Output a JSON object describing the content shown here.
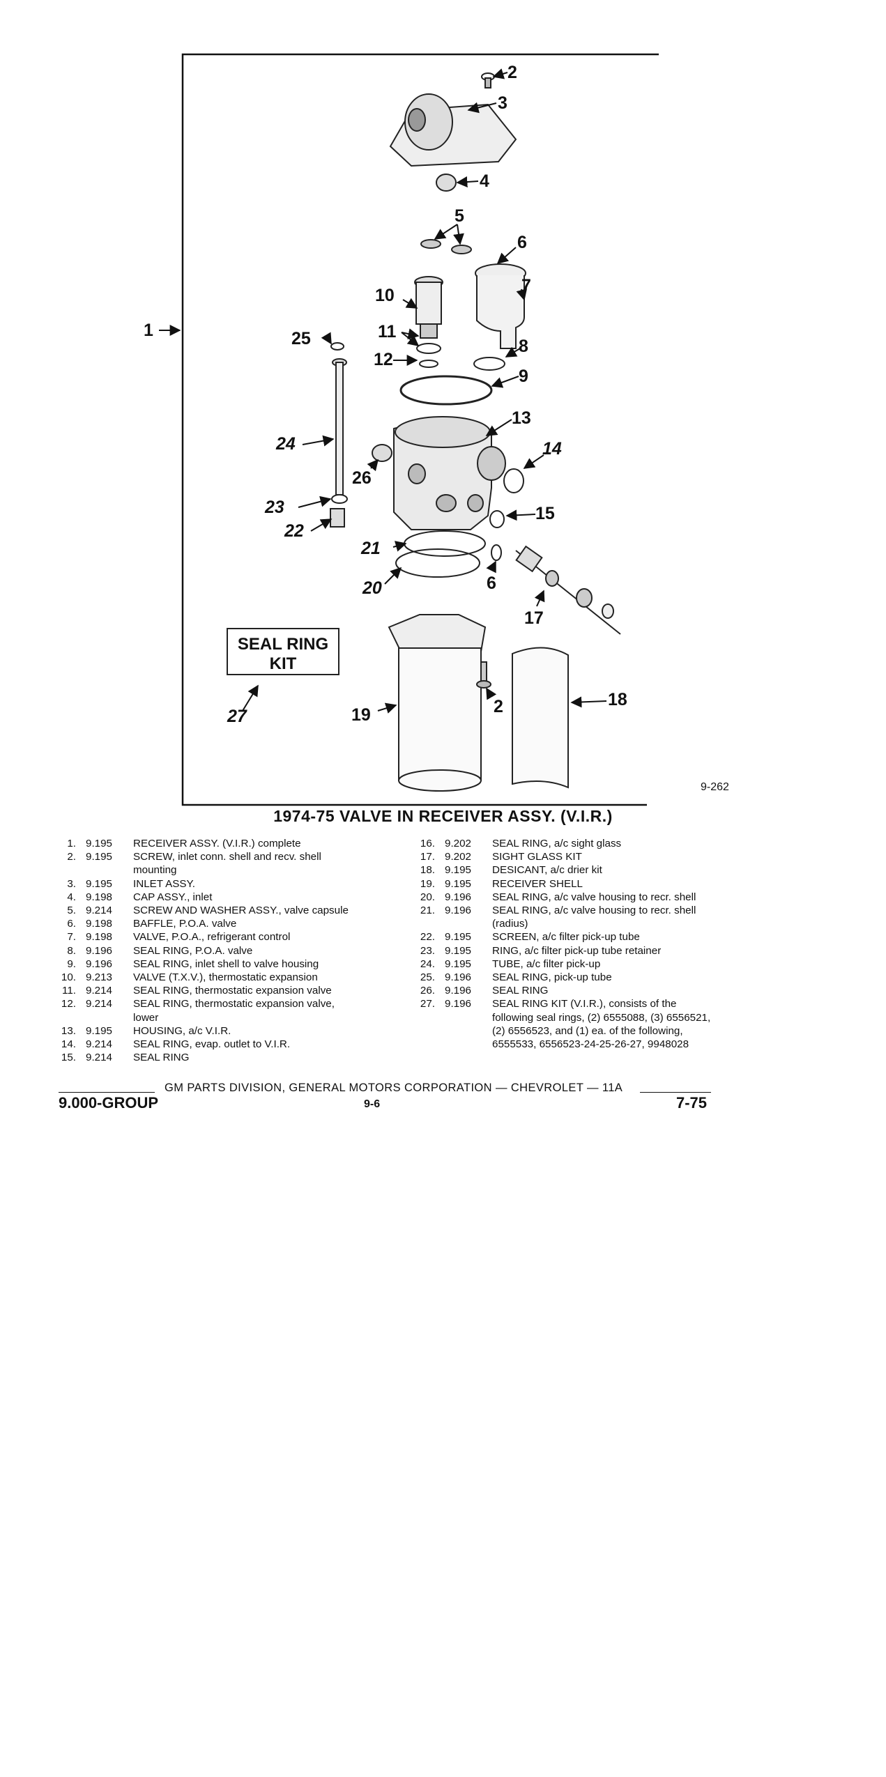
{
  "figure": {
    "code": "9-262",
    "kit_label_line1": "SEAL RING",
    "kit_label_line2": "KIT",
    "callouts": {
      "c1": "1",
      "c2a": "2",
      "c2b": "2",
      "c3": "3",
      "c4": "4",
      "c5": "5",
      "c6a": "6",
      "c6b": "6",
      "c7": "7",
      "c8": "8",
      "c9": "9",
      "c10": "10",
      "c11": "11",
      "c12": "12",
      "c13": "13",
      "c14": "14",
      "c15": "15",
      "c17": "17",
      "c18": "18",
      "c19": "19",
      "c20": "20",
      "c21": "21",
      "c22": "22",
      "c23": "23",
      "c24": "24",
      "c25": "25",
      "c26": "26",
      "c27": "27"
    }
  },
  "title": "1974-75 VALVE IN RECEIVER ASSY. (V.I.R.)",
  "parts_left": [
    {
      "num": "1.",
      "group": "9.195",
      "desc": "RECEIVER ASSY. (V.I.R.) complete"
    },
    {
      "num": "2.",
      "group": "9.195",
      "desc": "SCREW, inlet conn. shell and recv. shell"
    },
    {
      "num": "",
      "group": "",
      "desc": "mounting"
    },
    {
      "num": "3.",
      "group": "9.195",
      "desc": "INLET ASSY."
    },
    {
      "num": "4.",
      "group": "9.198",
      "desc": "CAP ASSY., inlet"
    },
    {
      "num": "5.",
      "group": "9.214",
      "desc": "SCREW AND WASHER ASSY., valve capsule"
    },
    {
      "num": "6.",
      "group": "9.198",
      "desc": "BAFFLE, P.O.A. valve"
    },
    {
      "num": "7.",
      "group": "9.198",
      "desc": "VALVE, P.O.A., refrigerant control"
    },
    {
      "num": "8.",
      "group": "9.196",
      "desc": "SEAL RING, P.O.A. valve"
    },
    {
      "num": "9.",
      "group": "9.196",
      "desc": "SEAL RING, inlet shell to valve housing"
    },
    {
      "num": "10.",
      "group": "9.213",
      "desc": "VALVE (T.X.V.), thermostatic expansion"
    },
    {
      "num": "11.",
      "group": "9.214",
      "desc": "SEAL RING, thermostatic expansion valve"
    },
    {
      "num": "12.",
      "group": "9.214",
      "desc": "SEAL RING, thermostatic expansion valve,"
    },
    {
      "num": "",
      "group": "",
      "desc": "lower"
    },
    {
      "num": "13.",
      "group": "9.195",
      "desc": "HOUSING, a/c V.I.R."
    },
    {
      "num": "14.",
      "group": "9.214",
      "desc": "SEAL RING, evap. outlet to V.I.R."
    },
    {
      "num": "15.",
      "group": "9.214",
      "desc": "SEAL RING"
    }
  ],
  "parts_right": [
    {
      "num": "16.",
      "group": "9.202",
      "desc": "SEAL RING, a/c sight glass"
    },
    {
      "num": "17.",
      "group": "9.202",
      "desc": "SIGHT GLASS KIT"
    },
    {
      "num": "18.",
      "group": "9.195",
      "desc": "DESICANT, a/c drier kit"
    },
    {
      "num": "19.",
      "group": "9.195",
      "desc": "RECEIVER SHELL"
    },
    {
      "num": "20.",
      "group": "9.196",
      "desc": "SEAL RING, a/c valve housing to recr. shell"
    },
    {
      "num": "21.",
      "group": "9.196",
      "desc": "SEAL RING, a/c valve housing to recr. shell"
    },
    {
      "num": "",
      "group": "",
      "desc": "(radius)"
    },
    {
      "num": "22.",
      "group": "9.195",
      "desc": "SCREEN, a/c filter pick-up tube"
    },
    {
      "num": "23.",
      "group": "9.195",
      "desc": "RING, a/c filter pick-up tube retainer"
    },
    {
      "num": "24.",
      "group": "9.195",
      "desc": "TUBE, a/c filter pick-up"
    },
    {
      "num": "25.",
      "group": "9.196",
      "desc": "SEAL RING, pick-up tube"
    },
    {
      "num": "26.",
      "group": "9.196",
      "desc": "SEAL RING"
    },
    {
      "num": "27.",
      "group": "9.196",
      "desc": "SEAL RING KIT (V.I.R.), consists of the"
    },
    {
      "num": "",
      "group": "",
      "desc": "following seal rings, (2) 6555088, (3) 6556521,"
    },
    {
      "num": "",
      "group": "",
      "desc": "(2) 6556523, and (1) ea. of the following,"
    },
    {
      "num": "",
      "group": "",
      "desc": "6555533, 6556523-24-25-26-27, 9948028"
    }
  ],
  "footer": {
    "line": "GM PARTS DIVISION, GENERAL MOTORS CORPORATION — CHEVROLET — 11A",
    "group": "9.000-GROUP",
    "page": "9-6",
    "date": "7-75"
  }
}
